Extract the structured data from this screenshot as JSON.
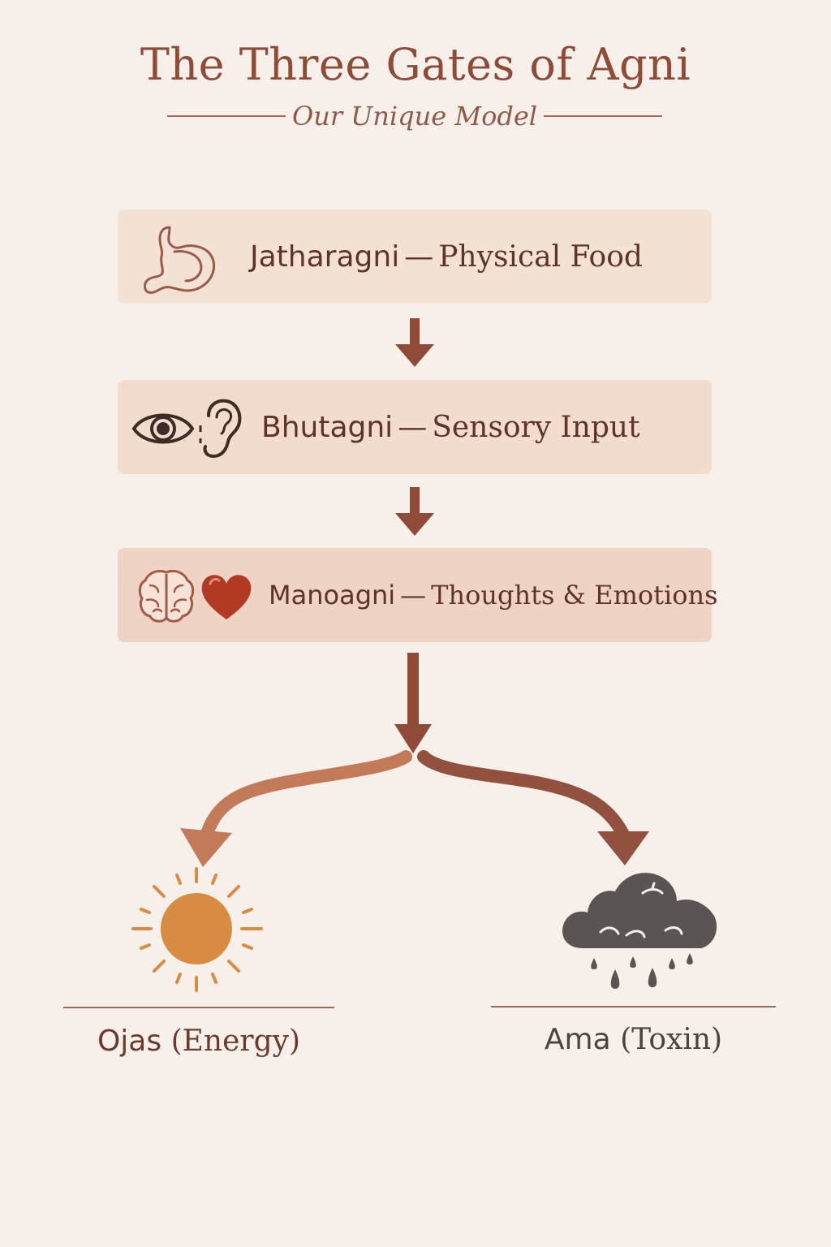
{
  "title": "The Three Gates of Agni",
  "subtitle": "Our Unique Model",
  "gates": [
    {
      "name": "Jatharagni",
      "sep": "—",
      "desc": "Physical Food",
      "icons": [
        "stomach-icon"
      ]
    },
    {
      "name": "Bhutagni",
      "sep": "—",
      "desc": "Sensory Input",
      "icons": [
        "eye-icon",
        "ear-icon"
      ]
    },
    {
      "name": "Manoagni",
      "sep": "—",
      "desc": "Thoughts & Emotions",
      "icons": [
        "brain-icon",
        "heart-icon"
      ]
    }
  ],
  "outcomes": [
    {
      "name": "Ojas",
      "note": "(Energy)",
      "icon": "sun-icon"
    },
    {
      "name": "Ama",
      "note": "(Toxin)",
      "icon": "rain-cloud-icon"
    }
  ],
  "colors": {
    "background": "#f7f0ea",
    "title": "#8e4b36",
    "arrow": "#8f4b38",
    "sun": "#d98b42",
    "cloud": "#5a5454"
  }
}
